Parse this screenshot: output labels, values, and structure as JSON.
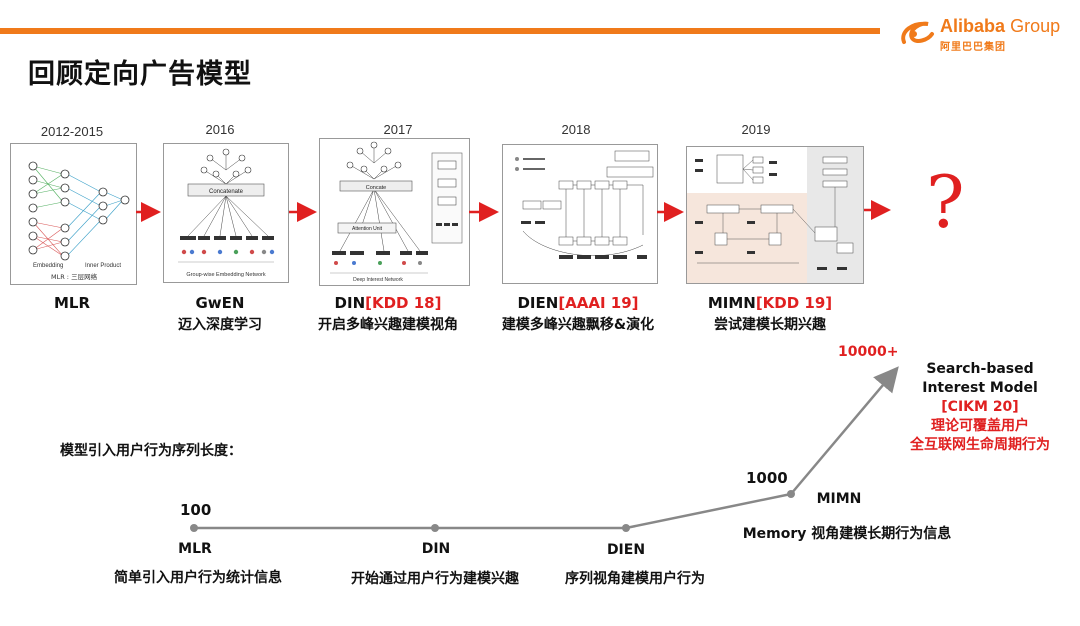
{
  "header": {
    "logo_word": "Alibaba",
    "logo_group": "Group",
    "logo_cn": "阿里巴巴集团",
    "title": "回顾定向广告模型"
  },
  "colors": {
    "accent": "#f07a1a",
    "highlight": "#e02020",
    "line": "#888888"
  },
  "evolution": [
    {
      "year": "2012-2015",
      "name": "MLR",
      "venue": "",
      "desc": "",
      "caption": "MLR : 三层网络"
    },
    {
      "year": "2016",
      "name": "GwEN",
      "venue": "",
      "desc": "迈入深度学习"
    },
    {
      "year": "2017",
      "name": "DIN",
      "venue": "[KDD 18]",
      "desc": "开启多峰兴趣建模视角"
    },
    {
      "year": "2018",
      "name": "DIEN",
      "venue": "[AAAI 19]",
      "desc": "建模多峰兴趣飘移&演化"
    },
    {
      "year": "2019",
      "name": "MIMN",
      "venue": "[KDD 19]",
      "desc": "尝试建模长期兴趣"
    }
  ],
  "future_icon": "question-mark",
  "future_text": "?",
  "sequence": {
    "subtitle": "模型引入用户行为序列长度：",
    "points": [
      {
        "length": "100",
        "name": "MLR",
        "desc": "简单引入用户行为统计信息"
      },
      {
        "length": "",
        "name": "DIN",
        "desc": "开始通过用户行为建模兴趣"
      },
      {
        "length": "",
        "name": "DIEN",
        "desc": "序列视角建模用户行为"
      },
      {
        "length": "1000",
        "name": "MIMN",
        "desc": "Memory 视角建模长期行为信息"
      },
      {
        "length": "10000+",
        "name": "",
        "desc": ""
      }
    ],
    "sim": {
      "line1": "Search-based",
      "line2": "Interest Model",
      "venue": "[CIKM 20]",
      "desc1": "理论可覆盖用户",
      "desc2": "全互联网生命周期行为"
    }
  },
  "thumb_labels": {
    "gwen_concat": "Concatenate",
    "din_concat": "Concate",
    "din_attention": "Attention Unit",
    "gwen_footer": "Group-wise Embedding Network",
    "din_footer": "Deep Interest Network",
    "mlr_embedding": "Embedding",
    "mlr_inner": "Inner Product"
  }
}
